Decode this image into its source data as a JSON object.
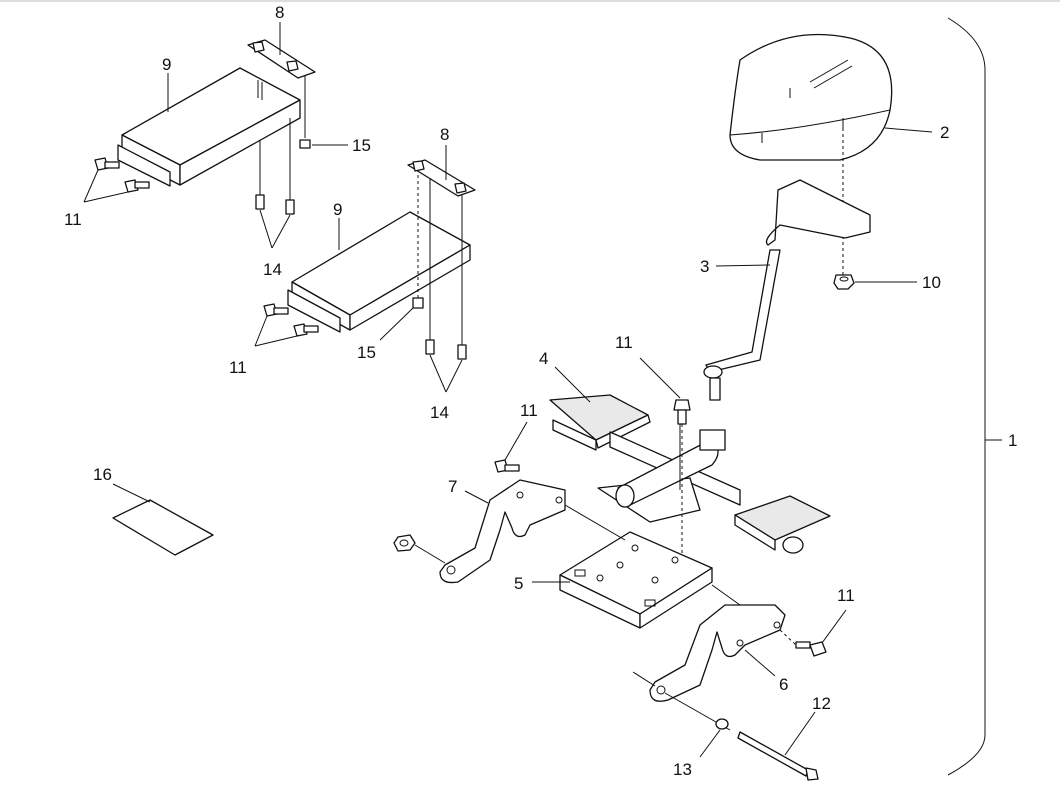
{
  "diagram": {
    "callouts": {
      "c1": "1",
      "c2": "2",
      "c3": "3",
      "c4": "4",
      "c5": "5",
      "c6": "6",
      "c7": "7",
      "c8a": "8",
      "c8b": "8",
      "c9a": "9",
      "c9b": "9",
      "c10": "10",
      "c11a": "11",
      "c11b": "11",
      "c11c": "11",
      "c11d": "11",
      "c11e": "11",
      "c12": "12",
      "c13": "13",
      "c14a": "14",
      "c14b": "14",
      "c15a": "15",
      "c15b": "15",
      "c16": "16"
    }
  }
}
